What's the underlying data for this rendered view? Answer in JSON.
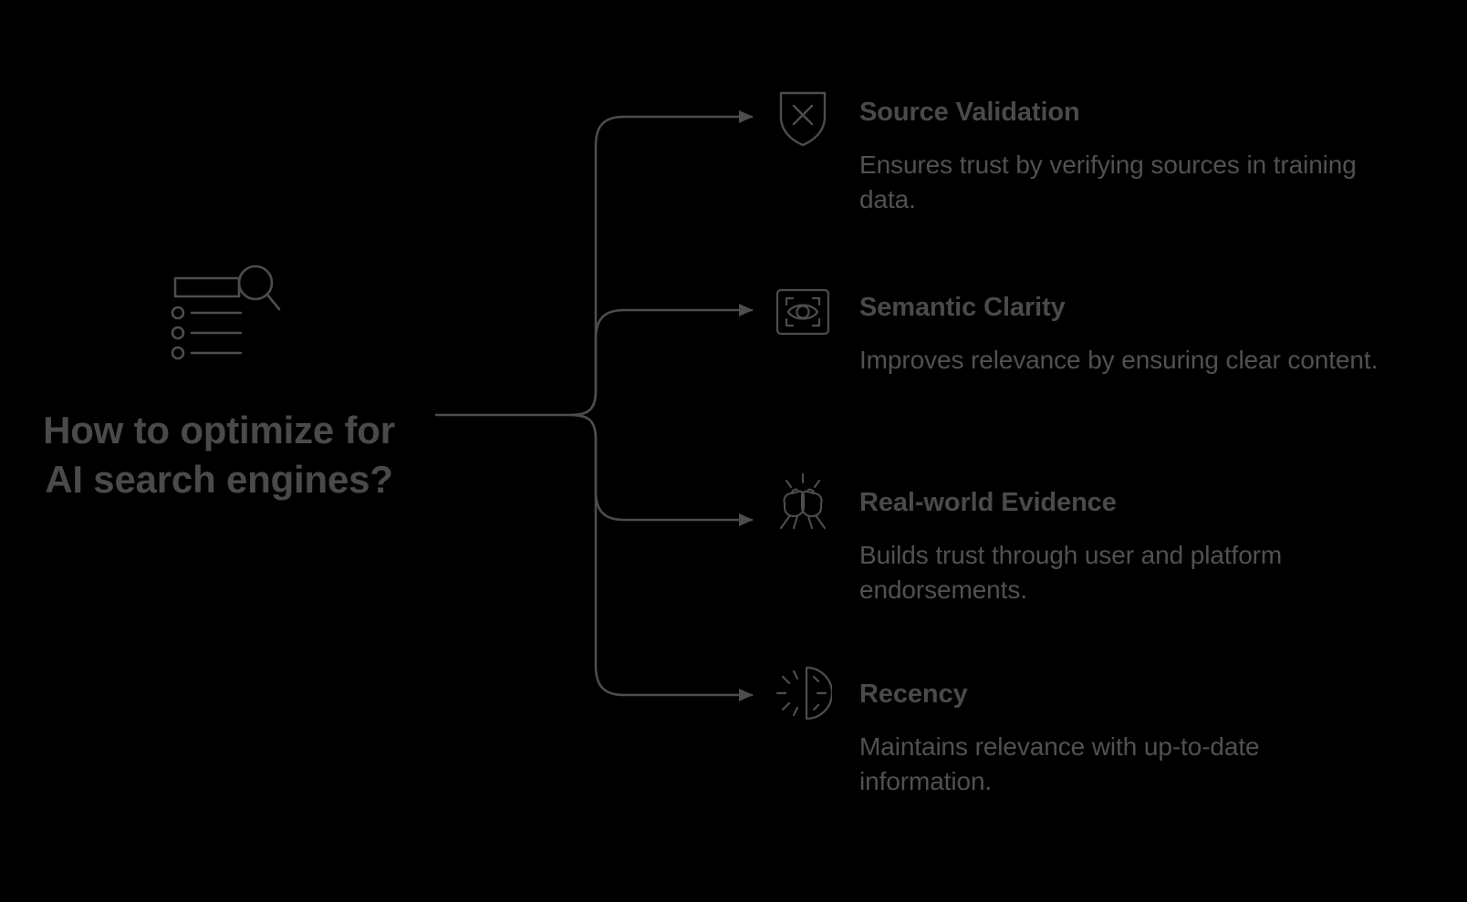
{
  "diagram": {
    "type": "mind-map",
    "background_color": "#000000",
    "line_color": "#4d4d4d",
    "title_color": "#4a4a4a",
    "body_color": "#515151"
  },
  "root": {
    "icon": "search-list-icon",
    "title": "How to optimize for AI search engines?"
  },
  "branches": [
    {
      "icon": "shield-x-icon",
      "title": "Source Validation",
      "description": "Ensures trust by verifying sources in training data."
    },
    {
      "icon": "eye-scan-icon",
      "title": "Semantic Clarity",
      "description": "Improves relevance by ensuring clear content."
    },
    {
      "icon": "fist-bump-icon",
      "title": "Real-world Evidence",
      "description": "Builds trust through user and platform endorsements."
    },
    {
      "icon": "half-sun-icon",
      "title": "Recency",
      "description": "Maintains relevance with up-to-date information."
    }
  ]
}
